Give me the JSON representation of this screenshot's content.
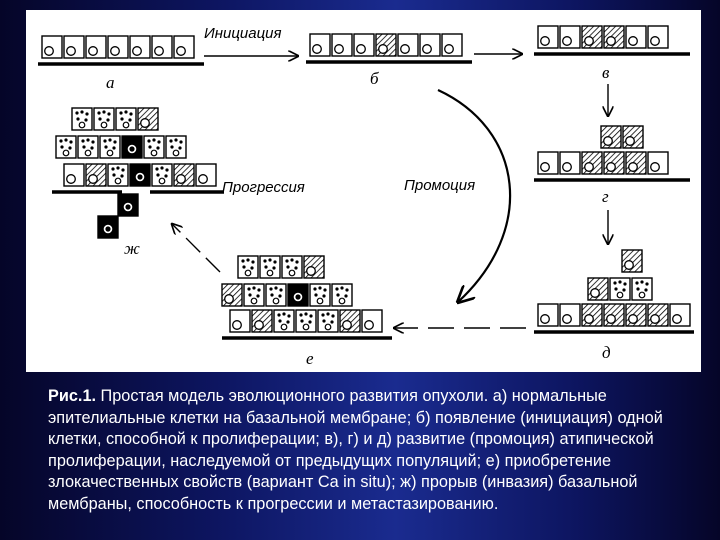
{
  "diagram": {
    "process_labels": {
      "initiation": "Инициация",
      "promotion": "Промоция",
      "progression": "Прогрессия"
    },
    "stage_letters": {
      "a": "а",
      "b": "б",
      "v": "в",
      "g": "г",
      "d": "д",
      "e": "е",
      "zh": "ж"
    }
  },
  "caption": {
    "label": "Рис.1.",
    "text": " Простая модель эволюционного развития опухоли. а) нормальные эпителиальные клетки на базальной мембране; б) появление (инициация) одной клетки, способной к пролиферации; в), г) и д) развитие (промоция) атипической пролиферации, наследуемой от предыдущих популяций; е) приобретение злокачественных свойств (вариант Ca in situ); ж) прорыв (инвазия) базальной мембраны, способность к прогрессии и метастазированию."
  }
}
